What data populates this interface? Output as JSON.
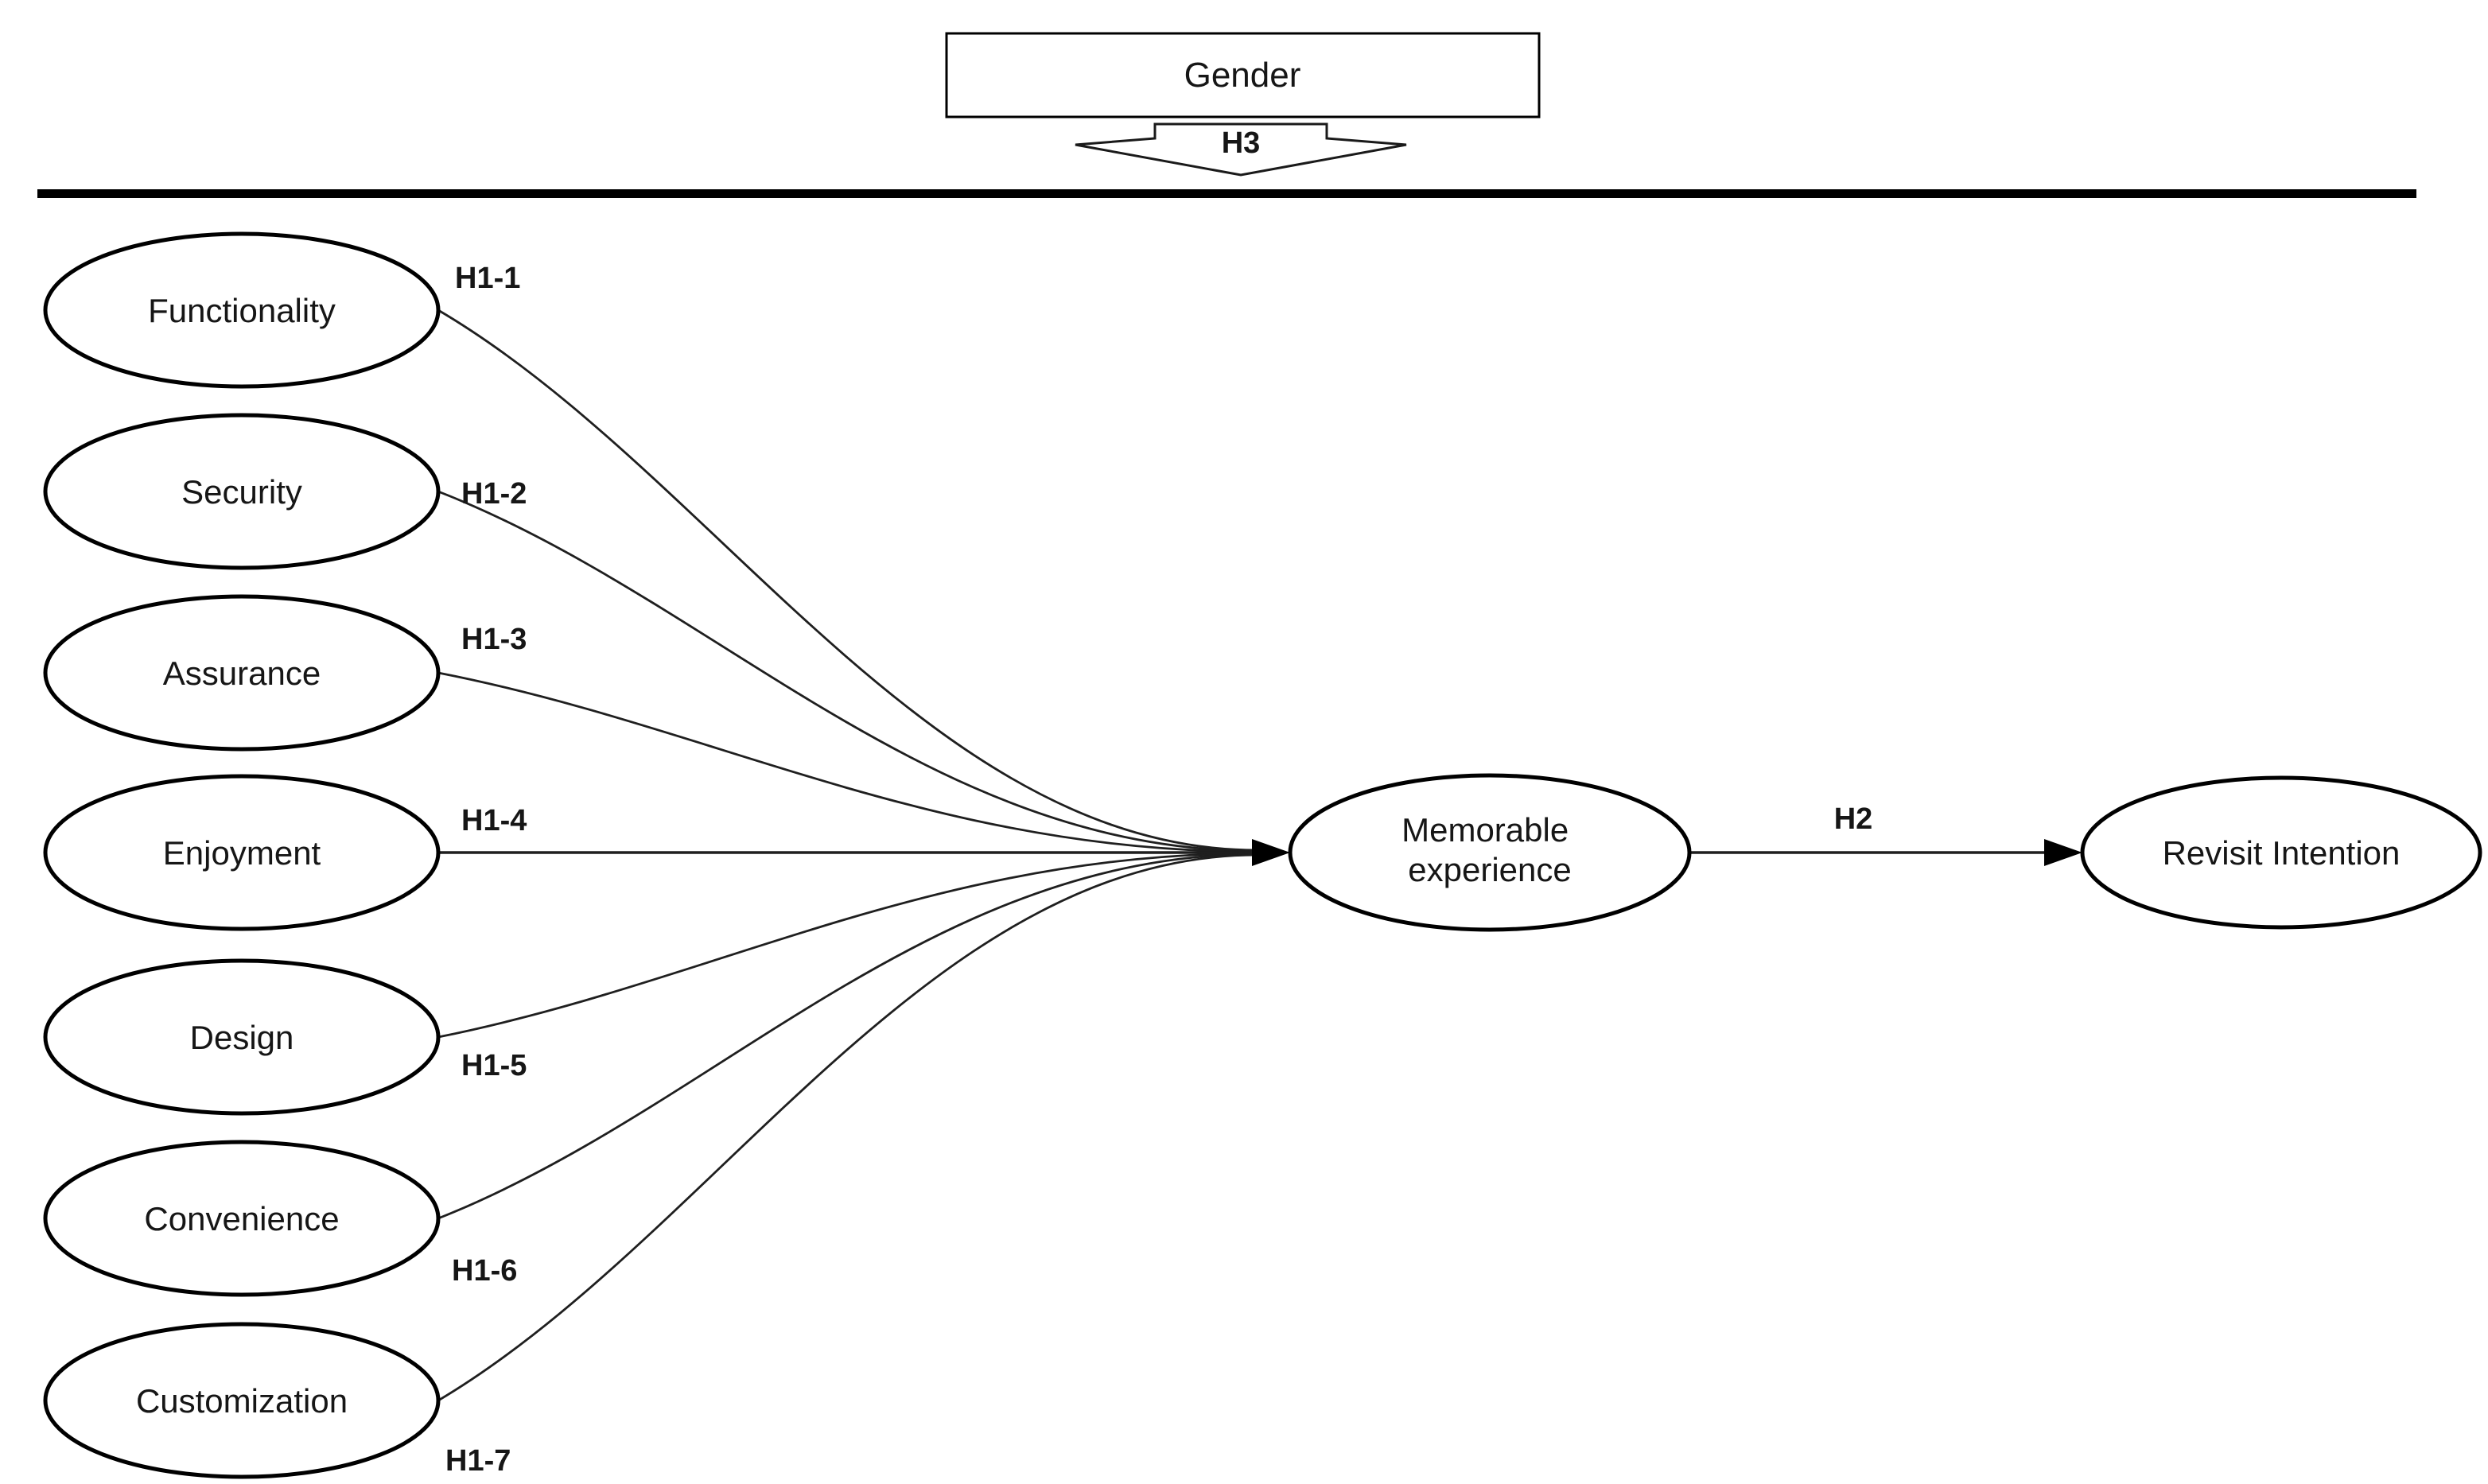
{
  "colors": {
    "ink": "#000000",
    "background": "#ffffff"
  },
  "moderator": {
    "label": "Gender",
    "hypothesis_label": "H3"
  },
  "antecedents": [
    {
      "label": "Functionality",
      "hypothesis_label": "H1-1"
    },
    {
      "label": "Security",
      "hypothesis_label": "H1-2"
    },
    {
      "label": "Assurance",
      "hypothesis_label": "H1-3"
    },
    {
      "label": "Enjoyment",
      "hypothesis_label": "H1-4"
    },
    {
      "label": "Design",
      "hypothesis_label": "H1-5"
    },
    {
      "label": "Convenience",
      "hypothesis_label": "H1-6"
    },
    {
      "label": "Customization",
      "hypothesis_label": "H1-7"
    }
  ],
  "mediator": {
    "label_lines": [
      "Memorable",
      "experience"
    ]
  },
  "outcome": {
    "label": "Revisit Intention"
  },
  "effects": {
    "mediator_to_outcome_label": "H2"
  }
}
